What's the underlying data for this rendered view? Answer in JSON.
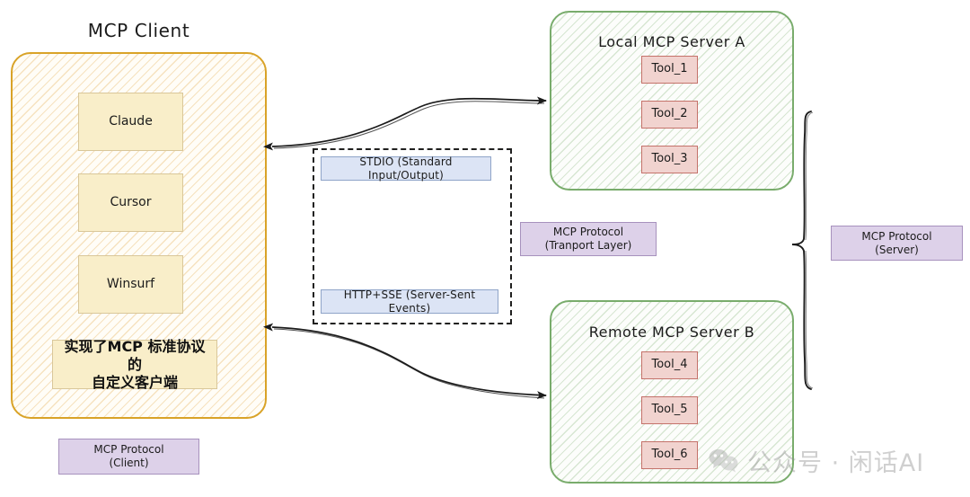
{
  "diagram": {
    "title": "MCP Client",
    "client": {
      "title": "MCP Client",
      "items": [
        {
          "label": "Claude"
        },
        {
          "label": "Cursor"
        },
        {
          "label": "Winsurf"
        },
        {
          "label": "实现了MCP 标准协议的\n自定义客户端",
          "line1": "实现了MCP 标准协议的",
          "line2": "自定义客户端"
        }
      ],
      "protocol_label": {
        "line1": "MCP Protocol",
        "line2": "(Client)"
      }
    },
    "transport": {
      "protocols": [
        {
          "label": "STDIO  (Standard Input/Output)"
        },
        {
          "label": "HTTP+SSE  (Server-Sent Events)"
        }
      ],
      "protocol_label": {
        "line1": "MCP Protocol",
        "line2": "(Tranport Layer)"
      }
    },
    "servers": [
      {
        "title": "Local MCP Server A",
        "tools": [
          "Tool_1",
          "Tool_2",
          "Tool_3"
        ]
      },
      {
        "title": "Remote MCP Server B",
        "tools": [
          "Tool_4",
          "Tool_5",
          "Tool_6"
        ]
      }
    ],
    "server_protocol_label": {
      "line1": "MCP Protocol",
      "line2": "(Server)"
    },
    "watermark": {
      "text": "公众号 · 闲话AI",
      "icon": "wechat-icon"
    },
    "colors": {
      "client_border": "#d9a328",
      "server_border": "#79ac6c",
      "cream_fill": "#f9eec9",
      "purple_fill": "#ddd1e9",
      "pink_fill": "#f1d3cf",
      "blue_fill": "#dce4f5",
      "arrow": "#1b1b1b"
    }
  }
}
